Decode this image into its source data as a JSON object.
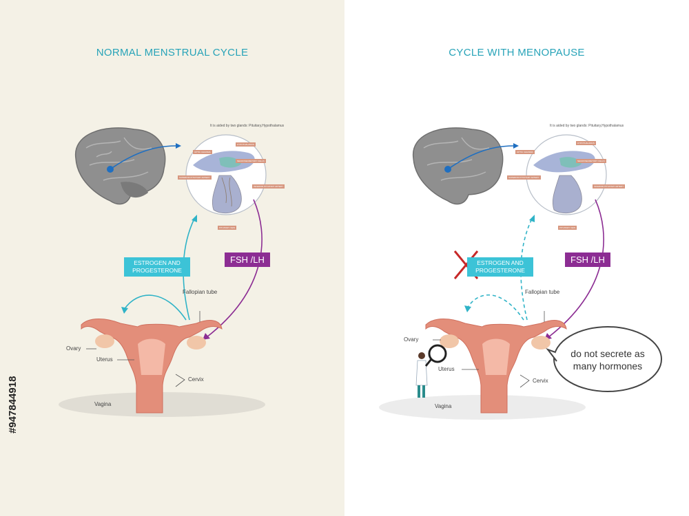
{
  "watermark": "#947844918",
  "left": {
    "title": "NORMAL MENSTRUAL CYCLE",
    "gland_note": "It is aided by two glands: Pituitary,Hypothalamus",
    "tags": [
      "OPTIC CHIASMA",
      "HYPOTHALAMUS",
      "NEUROSECRETORY CELLS",
      "SUPERIOR PITUITARY ARTERY",
      "INFERIOR PITUITARY ARTERY",
      "PITUITARY VEIN"
    ],
    "estrogen_label": "ESTROGEN AND PROGESTERONE",
    "fsh_label": "FSH /LH",
    "fallopian": "Fallopian tube",
    "ovary": "Ovary",
    "uterus": "Uterus",
    "cervix": "Cervix",
    "vagina": "Vagina"
  },
  "right": {
    "title": "CYCLE WITH MENOPAUSE",
    "gland_note": "It is aided by two glands: Pituitary,Hypothalamus",
    "tags": [
      "OPTIC CHIASMA",
      "HYPOTHALAMUS",
      "NEUROSECRETORY CELLS",
      "SUPERIOR PITUITARY ARTERY",
      "INFERIOR PITUITARY ARTERY",
      "PITUITARY VEIN"
    ],
    "estrogen_label": "ESTROGEN AND PROGESTERONE",
    "fsh_label": "FSH /LH",
    "fallopian": "Fallopian tube",
    "ovary": "Ovary",
    "uterus": "Uterus",
    "cervix": "Cervix",
    "vagina": "Vagina",
    "bubble": "do not secrete as many hormones"
  }
}
